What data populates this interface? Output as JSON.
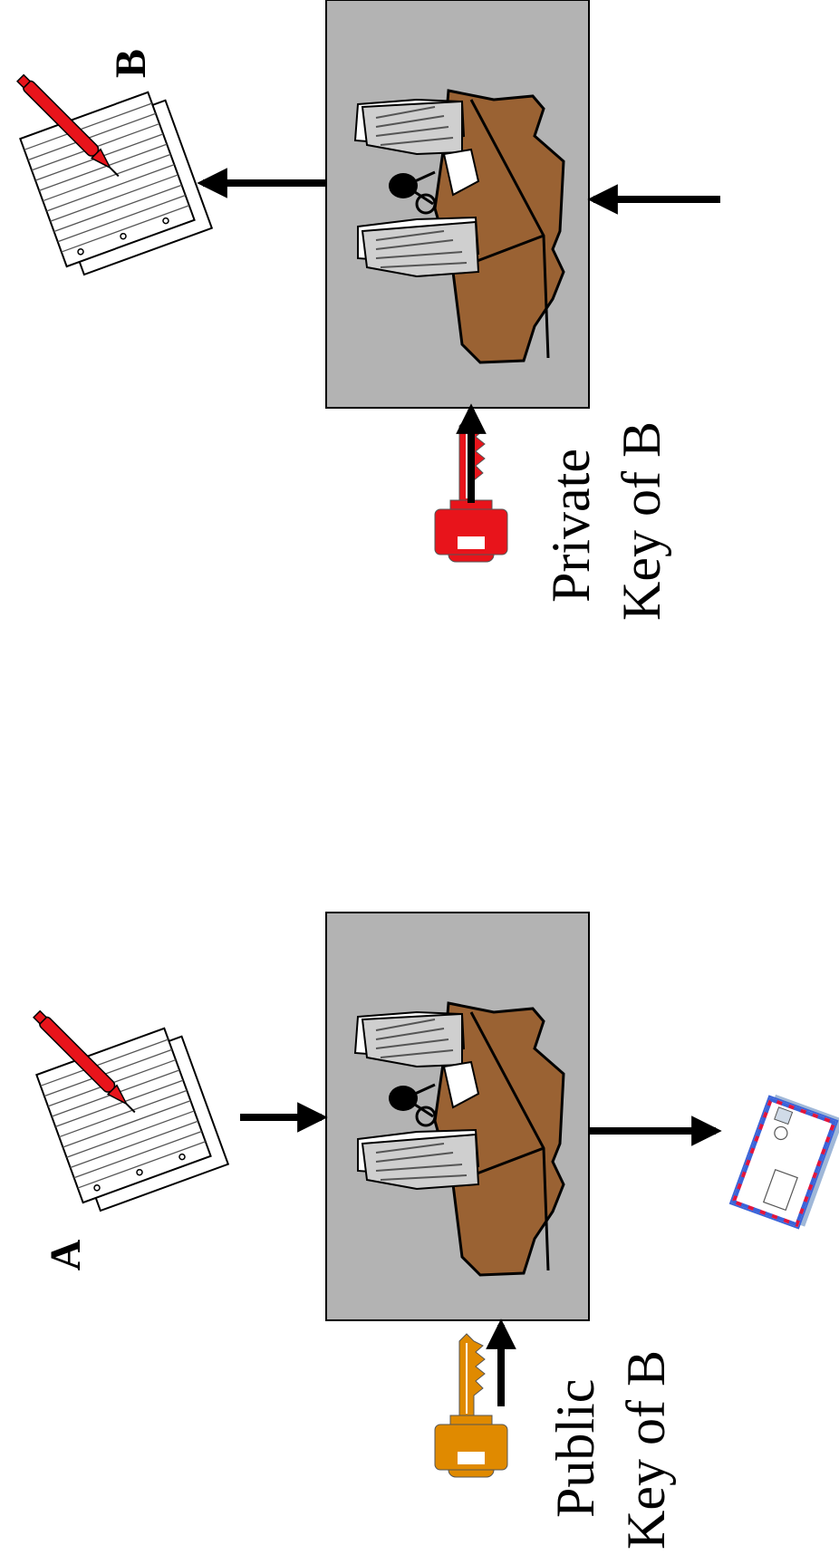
{
  "top": {
    "party_label": "B",
    "key_label_line1": "Private",
    "key_label_line2": "Key of B",
    "key_color": "#e8141b",
    "key_color_dark": "#a00a0f"
  },
  "bottom": {
    "party_label": "A",
    "key_label_line1": "Public",
    "key_label_line2": "Key of B",
    "key_color": "#e08a00",
    "key_color_dark": "#a05e00"
  },
  "colors": {
    "machine_box": "#b3b3b3",
    "desk": "#9a6233",
    "pen": "#e8141b",
    "envelope_red": "#e3143c",
    "envelope_blue": "#3a63d8"
  },
  "icons": {
    "machine": "desk-with-paper-stacks-icon",
    "document": "document-with-pen-icon",
    "envelope": "airmail-envelope-icon",
    "key": "key-icon"
  }
}
